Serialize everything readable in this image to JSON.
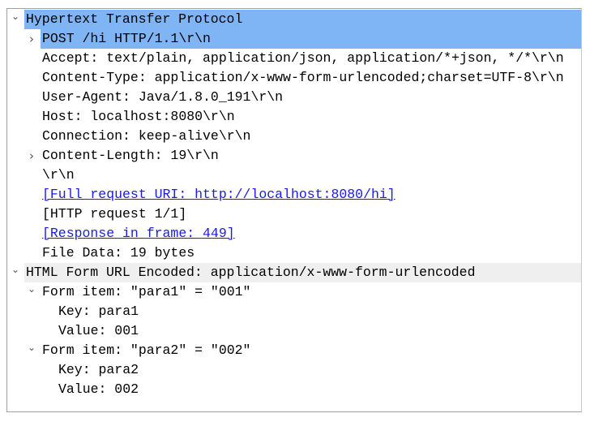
{
  "tree": [
    {
      "id": "http",
      "level": 0,
      "expander": "expanded",
      "label": "Hypertext Transfer Protocol",
      "state": "selected"
    },
    {
      "id": "request-line",
      "level": 1,
      "expander": "collapsed",
      "label": "POST /hi HTTP/1.1\\r\\n",
      "state": "selected"
    },
    {
      "id": "accept",
      "level": 1,
      "expander": "none",
      "label": "Accept: text/plain, application/json, application/*+json, */*\\r\\n"
    },
    {
      "id": "content-type",
      "level": 1,
      "expander": "none",
      "label": "Content-Type: application/x-www-form-urlencoded;charset=UTF-8\\r\\n"
    },
    {
      "id": "user-agent",
      "level": 1,
      "expander": "none",
      "label": "User-Agent: Java/1.8.0_191\\r\\n"
    },
    {
      "id": "host",
      "level": 1,
      "expander": "none",
      "label": "Host: localhost:8080\\r\\n"
    },
    {
      "id": "connection",
      "level": 1,
      "expander": "none",
      "label": "Connection: keep-alive\\r\\n"
    },
    {
      "id": "content-length",
      "level": 1,
      "expander": "collapsed",
      "label": "Content-Length: 19\\r\\n"
    },
    {
      "id": "crlf",
      "level": 1,
      "expander": "none",
      "label": "\\r\\n"
    },
    {
      "id": "full-uri",
      "level": 1,
      "expander": "none",
      "label": "[Full request URI: http://localhost:8080/hi]",
      "link": true
    },
    {
      "id": "request-count",
      "level": 1,
      "expander": "none",
      "label": "[HTTP request 1/1]"
    },
    {
      "id": "response-frame",
      "level": 1,
      "expander": "none",
      "label": "[Response in frame: 449]",
      "link": true
    },
    {
      "id": "file-data",
      "level": 1,
      "expander": "none",
      "label": "File Data: 19 bytes"
    },
    {
      "id": "form",
      "level": 0,
      "expander": "expanded",
      "label": "HTML Form URL Encoded: application/x-www-form-urlencoded",
      "state": "hover"
    },
    {
      "id": "item1",
      "level": 1,
      "expander": "expanded",
      "label": "Form item: \"para1\" = \"001\""
    },
    {
      "id": "key1",
      "level": 2,
      "expander": "none",
      "label": "Key: para1"
    },
    {
      "id": "value1",
      "level": 2,
      "expander": "none",
      "label": "Value: 001"
    },
    {
      "id": "item2",
      "level": 1,
      "expander": "expanded",
      "label": "Form item: \"para2\" = \"002\""
    },
    {
      "id": "key2",
      "level": 2,
      "expander": "none",
      "label": "Key: para2"
    },
    {
      "id": "value2",
      "level": 2,
      "expander": "none",
      "label": "Value: 002"
    }
  ],
  "colors": {
    "selected": "#7fb5f5",
    "hover": "#efefef",
    "link": "#1a1aee"
  }
}
